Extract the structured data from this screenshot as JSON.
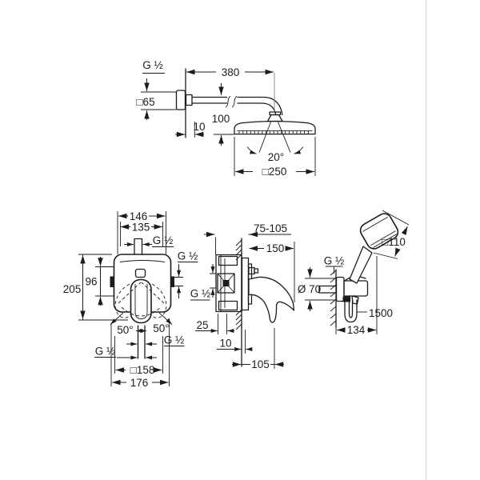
{
  "drawing": {
    "kind": "shower-system-technical-dimension-drawing",
    "colors": {
      "line": "#1c1c1c",
      "divider": "#dcdcdc",
      "background": "#ffffff"
    },
    "views": {
      "head_shower": {
        "thread": "G ½",
        "arm_length": "380",
        "flange_size": "□65",
        "drop_height": "100",
        "wall_offset": "10",
        "spray_angle": "20°",
        "head_size": "□250"
      },
      "mixer_front": {
        "width_top": "146",
        "width_inner": "135",
        "thread_top": "G ½",
        "thread_side": "G ½",
        "height": "205",
        "inner_height": "96",
        "swing_left": "50°",
        "swing_right": "50°",
        "thread_bottom_left": "G ½",
        "thread_bottom_right": "G ½",
        "box_size": "□158",
        "width_total": "176"
      },
      "mixer_side": {
        "depth_range": "75-105",
        "lever_projection": "150",
        "thread_inlet": "G ½",
        "plaster_depth": "25",
        "plate_gap": "10",
        "lever_reach": "105"
      },
      "hand_shower": {
        "head_size": "□110",
        "thread": "G ½",
        "flange_diameter": "Ø 70",
        "hose_length": "1500",
        "holder_projection": "134"
      }
    }
  }
}
